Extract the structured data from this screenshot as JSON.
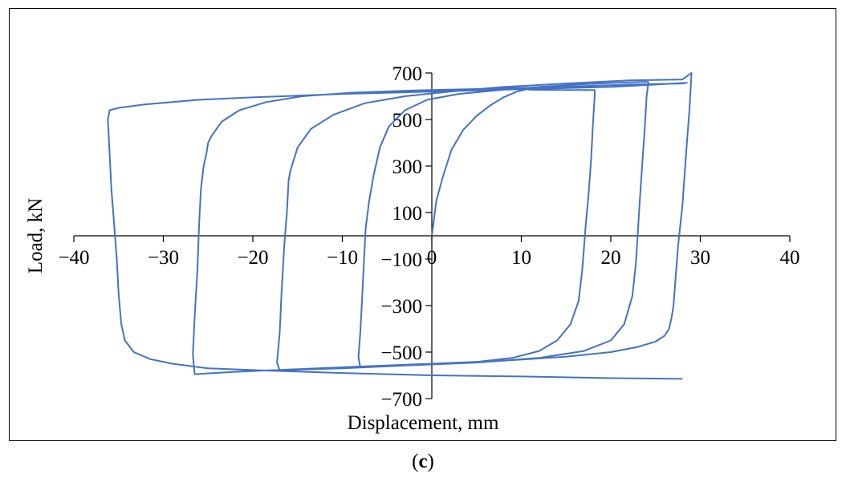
{
  "caption": {
    "open": "(",
    "letter": "c",
    "close": ")"
  },
  "chart_data": {
    "type": "line",
    "title": "",
    "xlabel": "Displacement, mm",
    "ylabel": "Load, kN",
    "xlim": [
      -40,
      40
    ],
    "ylim": [
      -700,
      700
    ],
    "x_ticks": [
      -40,
      -30,
      -20,
      -10,
      0,
      10,
      20,
      30,
      40
    ],
    "x_tick_labels": [
      "−40",
      "−30",
      "−20",
      "−10",
      "0",
      "10",
      "20",
      "30",
      "40"
    ],
    "y_ticks": [
      700,
      500,
      300,
      100,
      -100,
      -300,
      -500,
      -700
    ],
    "y_tick_labels": [
      "700",
      "500",
      "300",
      "100",
      "−100",
      "−300",
      "−500",
      "−700"
    ],
    "grid": false,
    "legend": "none",
    "line_color": "#4472C4",
    "series": [
      {
        "x": [
          0,
          0.5,
          1.2,
          2.2,
          3.5,
          5.0,
          6.5,
          8.0,
          9.5,
          10.6,
          11.0,
          15.0,
          18.2,
          18.2,
          18.0,
          17.8,
          17.5,
          17.2,
          17.0,
          16.8,
          16.4,
          15.5,
          14.0,
          12.0,
          9.0,
          5.0,
          0,
          -4.0,
          -8.0,
          -8.2,
          -8.0,
          -7.8,
          -7.6,
          -7.4,
          -7.0,
          -6.5,
          -5.8,
          -4.8,
          -3.0,
          -0.5,
          3.0,
          8.0,
          12.0,
          16.0,
          20.0,
          24.0,
          24.2,
          24.0,
          23.8,
          23.5,
          23.2,
          23.0,
          22.8,
          22.4,
          21.5,
          20.0,
          17.0,
          12.0,
          5.0,
          -3.0,
          -10.0,
          -17.0,
          -17.3,
          -17.0,
          -16.8,
          -16.5,
          -16.2,
          -16.0,
          -15.8,
          -15.0,
          -13.5,
          -11.0,
          -7.5,
          -3.0,
          2.0,
          8.0,
          15.0,
          22.0,
          28.0,
          29.0,
          29.0,
          28.8,
          28.4,
          28.0,
          27.5,
          27.2,
          27.0,
          26.8,
          26.5,
          26.0,
          25.0,
          23.0,
          20.0,
          15.0,
          8.0,
          0,
          -8.0,
          -16.0,
          -22.0,
          -26.5,
          -26.7,
          -26.5,
          -26.2,
          -26.0,
          -25.8,
          -25.5,
          -25.2,
          -25.0,
          -24.6,
          -23.5,
          -21.5,
          -18.5,
          -14.5,
          -9.0,
          -2.0,
          6.0,
          14.0,
          22.0,
          28.0,
          28.5,
          20.0,
          10.0,
          0,
          -10.0,
          -20.0,
          -26.0,
          -32.0,
          -35.0,
          -36.0,
          -36.2,
          -36.0,
          -35.8,
          -35.5,
          -35.2,
          -35.0,
          -34.7,
          -34.3,
          -33.3,
          -31.5,
          -29.0,
          -25.0,
          -18.0,
          -10.0,
          0,
          10.0,
          20.0,
          28.0
        ],
        "y": [
          0,
          150,
          250,
          370,
          455,
          515,
          560,
          595,
          620,
          630,
          628,
          627,
          627,
          600,
          480,
          330,
          170,
          50,
          -50,
          -150,
          -280,
          -380,
          -450,
          -495,
          -525,
          -542,
          -550,
          -558,
          -565,
          -520,
          -420,
          -280,
          -120,
          30,
          150,
          260,
          380,
          470,
          540,
          585,
          610,
          628,
          640,
          650,
          657,
          662,
          660,
          600,
          470,
          300,
          130,
          0,
          -120,
          -260,
          -380,
          -450,
          -495,
          -525,
          -545,
          -558,
          -570,
          -578,
          -545,
          -420,
          -250,
          -50,
          100,
          240,
          280,
          380,
          460,
          520,
          570,
          600,
          620,
          640,
          655,
          668,
          672,
          700,
          690,
          550,
          350,
          130,
          -50,
          -200,
          -300,
          -350,
          -400,
          -430,
          -455,
          -478,
          -500,
          -520,
          -537,
          -550,
          -562,
          -575,
          -585,
          -595,
          -510,
          -350,
          -150,
          50,
          200,
          300,
          350,
          400,
          430,
          490,
          540,
          575,
          600,
          615,
          625,
          632,
          640,
          650,
          655,
          658,
          640,
          630,
          620,
          610,
          595,
          585,
          565,
          550,
          540,
          500,
          350,
          200,
          50,
          -100,
          -250,
          -380,
          -450,
          -500,
          -530,
          -550,
          -570,
          -580,
          -590,
          -600,
          -605,
          -612,
          -615
        ]
      }
    ]
  }
}
